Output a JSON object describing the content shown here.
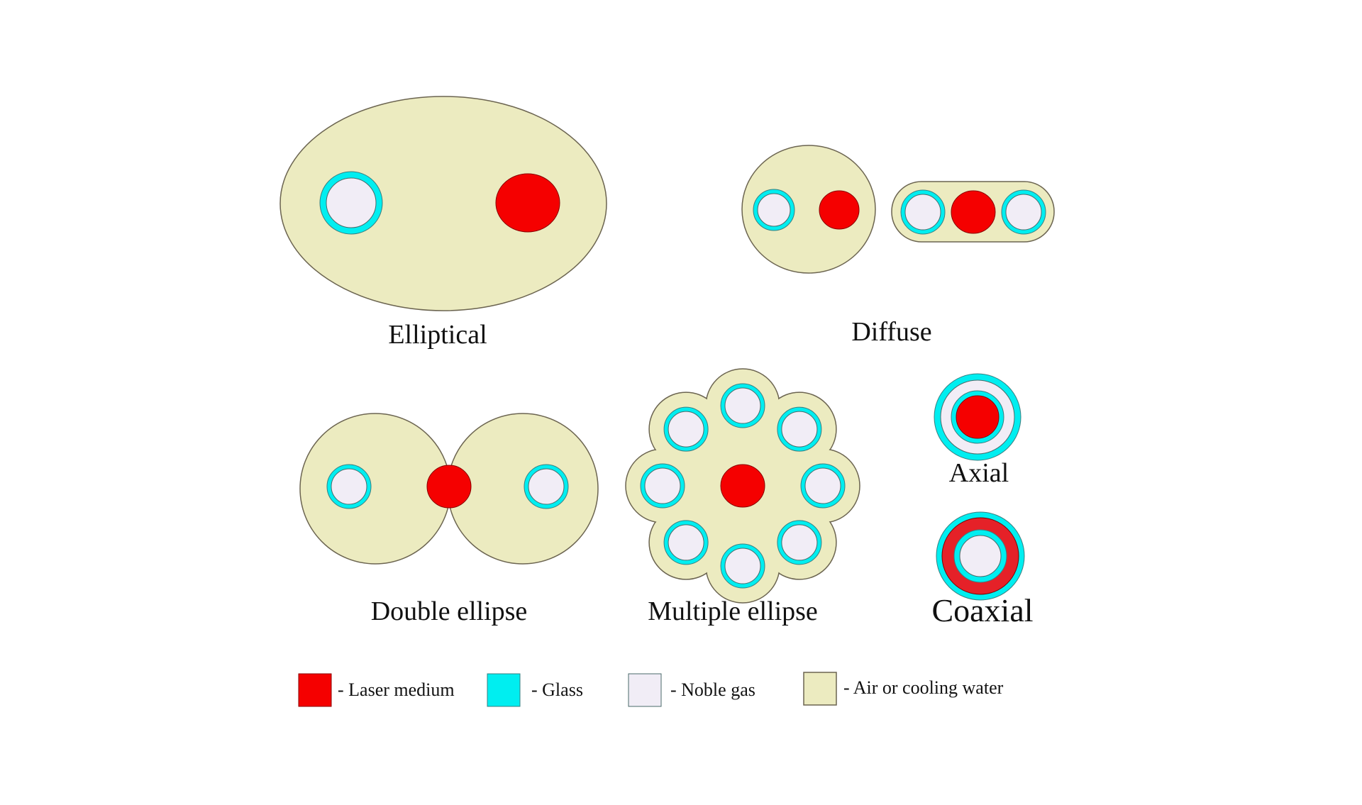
{
  "diagrams": {
    "elliptical": "Elliptical",
    "diffuse": "Diffuse",
    "double_ellipse": "Double ellipse",
    "multiple_ellipse": "Multiple  ellipse",
    "axial": "Axial",
    "coaxial": "Coaxial"
  },
  "legend": [
    {
      "label": "- Laser medium",
      "color": "#f50000"
    },
    {
      "label": "- Glass",
      "color": "#00eef0"
    },
    {
      "label": "- Noble gas",
      "color": "#f1edf6"
    },
    {
      "label": "- Air or cooling water",
      "color": "#ecebc0"
    }
  ]
}
